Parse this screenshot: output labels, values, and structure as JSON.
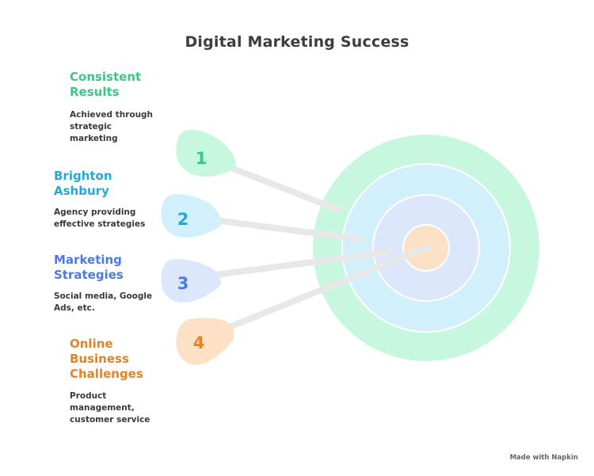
{
  "title": "Digital Marketing Success",
  "footer": "Made with Napkin",
  "target_colors": [
    "#c8f7e0",
    "#d2f0fb",
    "#dde7fc",
    "#fde1c7"
  ],
  "items": [
    {
      "number": "1",
      "title": "Consistent Results",
      "description": "Achieved through strategic marketing",
      "color": "#37c985",
      "fill": "#c8f7e0"
    },
    {
      "number": "2",
      "title": "Brighton Ashbury",
      "description": "Agency providing effective strategies",
      "color": "#23a9d8",
      "fill": "#d2f0fb"
    },
    {
      "number": "3",
      "title": "Marketing Strategies",
      "description": "Social media, Google Ads, etc.",
      "color": "#4a7ae2",
      "fill": "#dde7fc"
    },
    {
      "number": "4",
      "title": "Online Business Challenges",
      "description": "Product management, customer service",
      "color": "#e18427",
      "fill": "#fde1c7"
    }
  ]
}
